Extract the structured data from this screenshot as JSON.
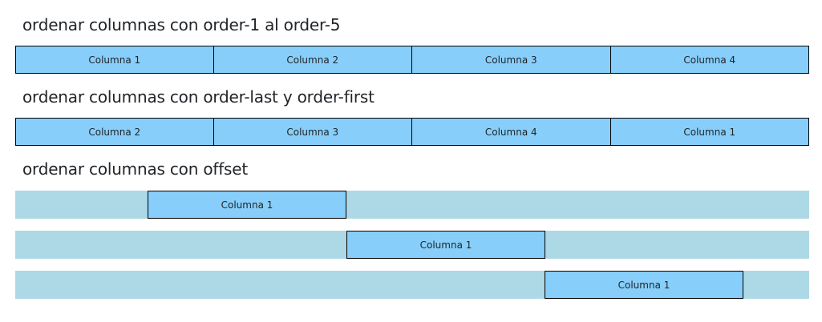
{
  "sections": [
    {
      "title": "ordenar columnas con order-1 al order-5",
      "columns": [
        "Columna 1",
        "Columna 2",
        "Columna 3",
        "Columna 4"
      ]
    },
    {
      "title": "ordenar columnas con order-last y order-first",
      "columns": [
        "Columna 2",
        "Columna 3",
        "Columna 4",
        "Columna 1"
      ]
    },
    {
      "title": "ordenar columnas con offset",
      "rows": [
        {
          "label": "Columna 1"
        },
        {
          "label": "Columna 1"
        },
        {
          "label": "Columna 1"
        }
      ]
    }
  ],
  "colors": {
    "column_bg": "#87cefa",
    "row_bg": "#add8e6",
    "border": "#000000"
  }
}
